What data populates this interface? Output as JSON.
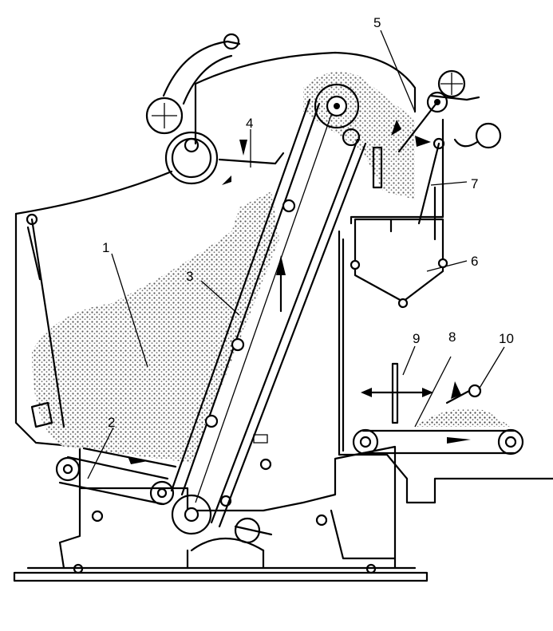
{
  "callouts": [
    {
      "id": "1",
      "text": "1"
    },
    {
      "id": "2",
      "text": "2"
    },
    {
      "id": "3",
      "text": "3"
    },
    {
      "id": "4",
      "text": "4"
    },
    {
      "id": "5",
      "text": "5"
    },
    {
      "id": "6",
      "text": "6"
    },
    {
      "id": "7",
      "text": "7"
    },
    {
      "id": "8",
      "text": "8"
    },
    {
      "id": "9",
      "text": "9"
    },
    {
      "id": "10",
      "text": "10"
    }
  ],
  "colors": {
    "ink": "#000000",
    "paper": "#ffffff",
    "stipple": "#6b6b6b"
  }
}
